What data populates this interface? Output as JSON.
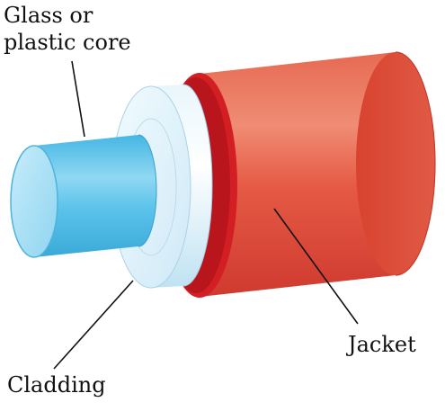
{
  "labels": {
    "core_line1": "Glass or",
    "core_line2": "plastic core",
    "cladding": "Cladding",
    "jacket": "Jacket"
  },
  "colors": {
    "jacket_fill": "#e05a45",
    "jacket_edge": "#d31f24",
    "cladding_fill": "#d6eef8",
    "core_fill": "#5fc4ea",
    "leader_line": "#111111"
  }
}
